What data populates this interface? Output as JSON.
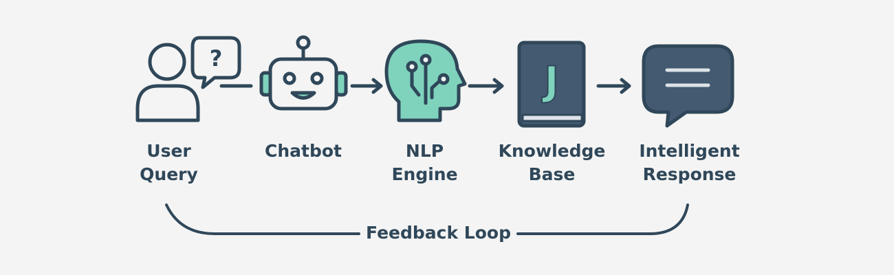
{
  "steps": [
    {
      "line1": "User",
      "line2": "Query",
      "icon": "user-question-icon"
    },
    {
      "line1": "Chatbot",
      "line2": "",
      "icon": "robot-icon"
    },
    {
      "line1": "NLP",
      "line2": "Engine",
      "icon": "brain-circuit-head-icon"
    },
    {
      "line1": "Knowledge",
      "line2": "Base",
      "icon": "book-icon"
    },
    {
      "line1": "Intelligent",
      "line2": "Response",
      "icon": "speech-bubble-icon"
    }
  ],
  "user_bubble_mark": "?",
  "book_letter": "J",
  "feedback": {
    "label": "Feedback Loop"
  },
  "colors": {
    "background": "#f4f4f4",
    "stroke": "#2f4759",
    "accent": "#7fd3bd",
    "book_fill": "#435a71",
    "bubble_fill": "#435a71",
    "text": "#2f4759"
  }
}
